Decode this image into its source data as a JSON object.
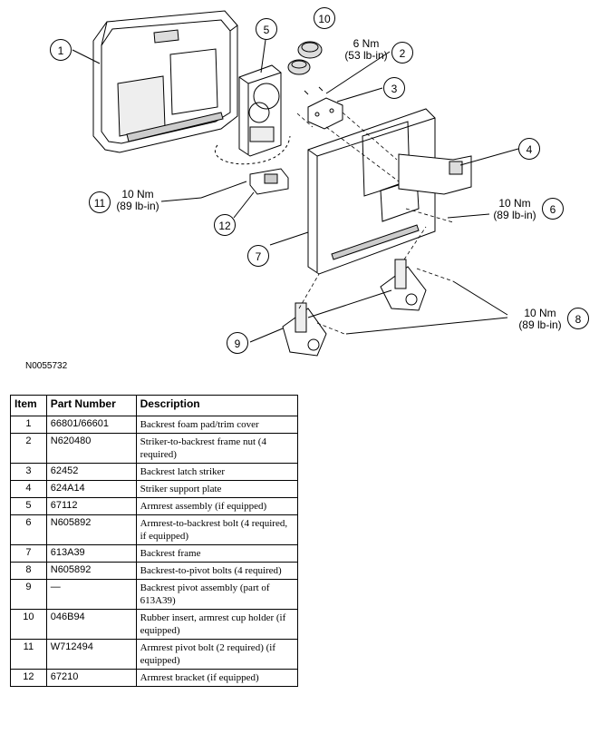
{
  "figure_id": "N0055732",
  "callouts": [
    {
      "num": "1"
    },
    {
      "num": "2",
      "torque_nm": "6 Nm",
      "torque_lb": "(53 lb-in)"
    },
    {
      "num": "3"
    },
    {
      "num": "4"
    },
    {
      "num": "5"
    },
    {
      "num": "6",
      "torque_nm": "10 Nm",
      "torque_lb": "(89 lb-in)"
    },
    {
      "num": "7"
    },
    {
      "num": "8",
      "torque_nm": "10 Nm",
      "torque_lb": "(89 lb-in)"
    },
    {
      "num": "9"
    },
    {
      "num": "10"
    },
    {
      "num": "11",
      "torque_nm": "10 Nm",
      "torque_lb": "(89 lb-in)"
    },
    {
      "num": "12"
    }
  ],
  "table": {
    "headers": [
      "Item",
      "Part Number",
      "Description"
    ],
    "rows": [
      {
        "item": "1",
        "part": "66801/66601",
        "desc": "Backrest foam pad/trim cover"
      },
      {
        "item": "2",
        "part": "N620480",
        "desc": "Striker-to-backrest frame nut (4 required)"
      },
      {
        "item": "3",
        "part": "62452",
        "desc": "Backrest latch striker"
      },
      {
        "item": "4",
        "part": "624A14",
        "desc": "Striker support plate"
      },
      {
        "item": "5",
        "part": "67112",
        "desc": "Armrest assembly (if equipped)"
      },
      {
        "item": "6",
        "part": "N605892",
        "desc": "Armrest-to-backrest bolt (4 required, if equipped)"
      },
      {
        "item": "7",
        "part": "613A39",
        "desc": "Backrest frame"
      },
      {
        "item": "8",
        "part": "N605892",
        "desc": "Backrest-to-pivot bolts (4 required)"
      },
      {
        "item": "9",
        "part": "—",
        "desc": "Backrest pivot assembly (part of 613A39)"
      },
      {
        "item": "10",
        "part": "046B94",
        "desc": "Rubber insert, armrest cup holder (if equipped)"
      },
      {
        "item": "11",
        "part": "W712494",
        "desc": "Armrest pivot bolt (2 required) (if equipped)"
      },
      {
        "item": "12",
        "part": "67210",
        "desc": "Armrest bracket (if equipped)"
      }
    ]
  }
}
